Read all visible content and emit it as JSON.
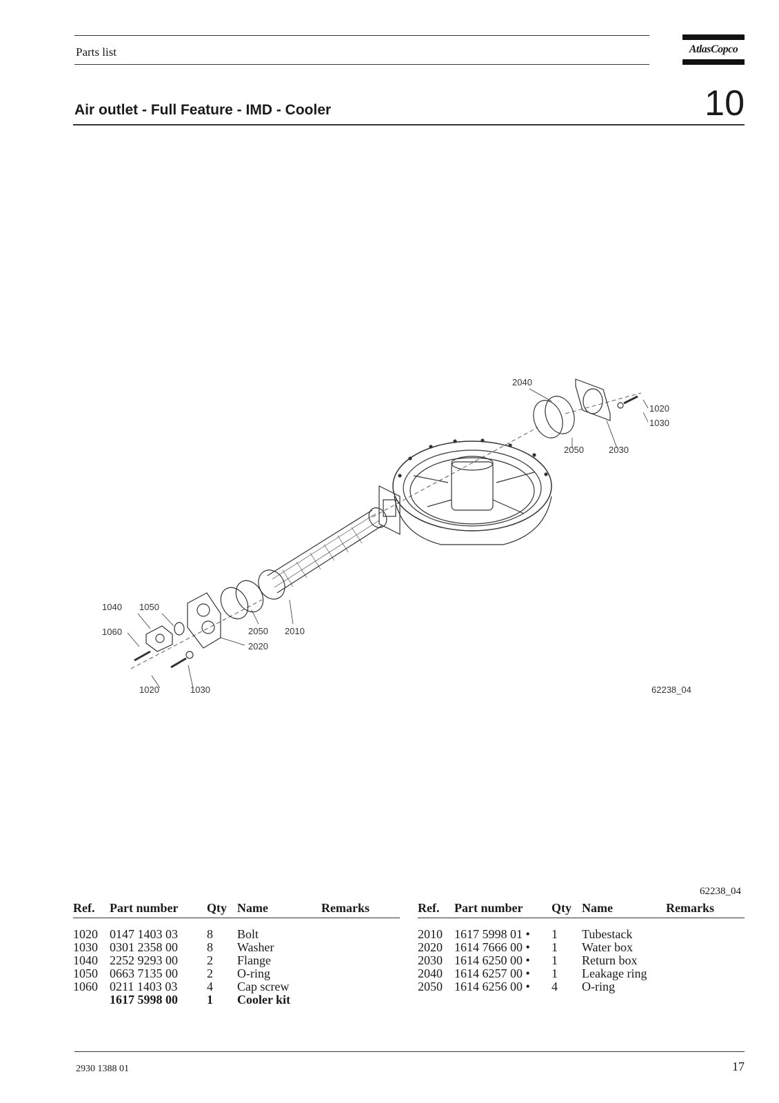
{
  "header": {
    "section_label": "Parts list",
    "brand": "AtlasCopco"
  },
  "title": {
    "text": "Air outlet - Full Feature - IMD - Cooler",
    "section_number": "10"
  },
  "figure": {
    "callouts": [
      "2040",
      "1020",
      "1030",
      "2050",
      "2030",
      "1040",
      "1050",
      "1060",
      "2050",
      "2010",
      "2020",
      "1020",
      "1030"
    ],
    "figure_id": "62238_04"
  },
  "figure_ref_below": "62238_04",
  "table_headers": [
    "Ref.",
    "Part number",
    "Qty",
    "Name",
    "Remarks"
  ],
  "parts_left": [
    {
      "ref": "1020",
      "part": "0147 1403 03",
      "qty": "8",
      "name": "Bolt",
      "remarks": ""
    },
    {
      "ref": "1030",
      "part": "0301 2358 00",
      "qty": "8",
      "name": "Washer",
      "remarks": ""
    },
    {
      "ref": "1040",
      "part": "2252 9293 00",
      "qty": "2",
      "name": "Flange",
      "remarks": ""
    },
    {
      "ref": "1050",
      "part": "0663 7135 00",
      "qty": "2",
      "name": "O-ring",
      "remarks": ""
    },
    {
      "ref": "1060",
      "part": "0211 1403 03",
      "qty": "4",
      "name": "Cap screw",
      "remarks": ""
    },
    {
      "ref": "",
      "part": "1617 5998 00",
      "qty": "1",
      "name": "Cooler kit",
      "remarks": "",
      "bold": true
    }
  ],
  "parts_right": [
    {
      "ref": "2010",
      "part": "1617 5998 01 •",
      "qty": "1",
      "name": "Tubestack",
      "remarks": ""
    },
    {
      "ref": "2020",
      "part": "1614 7666 00 •",
      "qty": "1",
      "name": "Water box",
      "remarks": ""
    },
    {
      "ref": "2030",
      "part": "1614 6250 00 •",
      "qty": "1",
      "name": "Return box",
      "remarks": ""
    },
    {
      "ref": "2040",
      "part": "1614 6257 00 •",
      "qty": "1",
      "name": "Leakage ring",
      "remarks": ""
    },
    {
      "ref": "2050",
      "part": "1614 6256 00 •",
      "qty": "4",
      "name": "O-ring",
      "remarks": ""
    }
  ],
  "footer": {
    "doc_number": "2930 1388 01",
    "page_number": "17"
  }
}
